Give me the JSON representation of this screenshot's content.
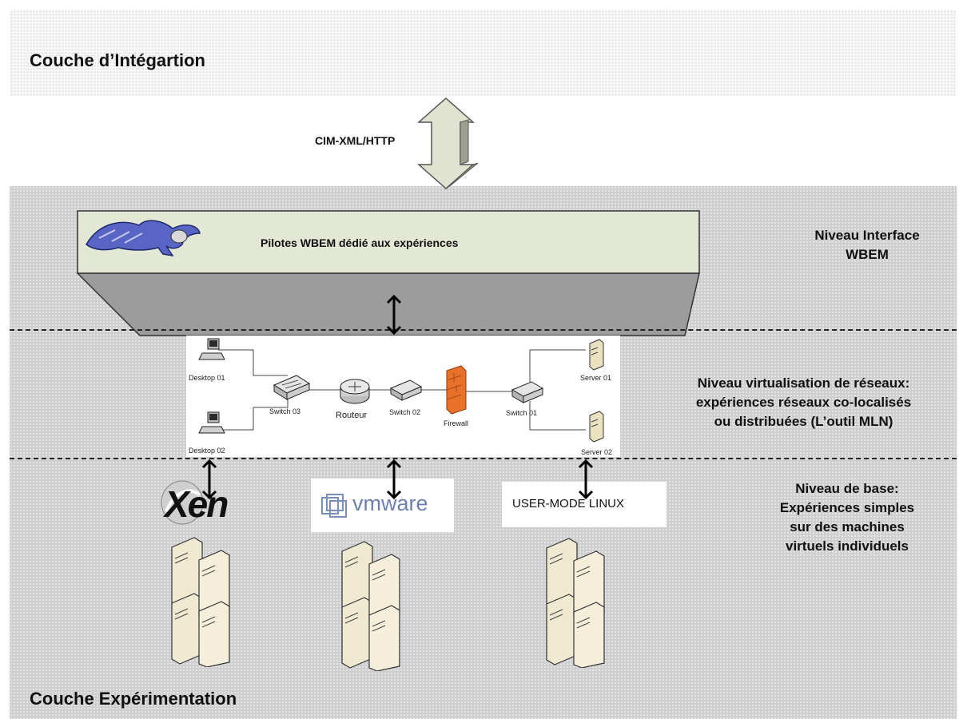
{
  "layers": {
    "top_title": "Couche d’Intégartion",
    "bottom_title": "Couche Expérimentation"
  },
  "protocol_label": "CIM-XML/HTTP",
  "wbem_box": {
    "label": "Pilotes WBEM dédié aux expériences"
  },
  "levels": {
    "interface_line1": "Niveau Interface",
    "interface_line2": "WBEM",
    "virt_line1": "Niveau virtualisation de réseaux:",
    "virt_line2": "expériences réseaux co-localisés",
    "virt_line3": "ou distribuées (L’outil MLN)",
    "base_line1": "Niveau de base:",
    "base_line2": "Expériences simples",
    "base_line3": "sur des machines",
    "base_line4": "virtuels individuels"
  },
  "network": {
    "desktop1": "Desktop 01",
    "desktop2": "Desktop 02",
    "switch3": "Switch 03",
    "router": "Routeur",
    "switch2": "Switch 02",
    "firewall": "Firewall",
    "switch1": "Switch 01",
    "server1": "Server 01",
    "server2": "Server 02"
  },
  "platforms": {
    "xen": "Xen",
    "vmware": "vmware",
    "uml": "USER-MODE LINUX"
  },
  "colors": {
    "wbem_front": "#e3e8d4",
    "wbem_side": "#9c9c9c",
    "firewall": "#e8722a",
    "arrow_fill": "#dfe3cf"
  }
}
